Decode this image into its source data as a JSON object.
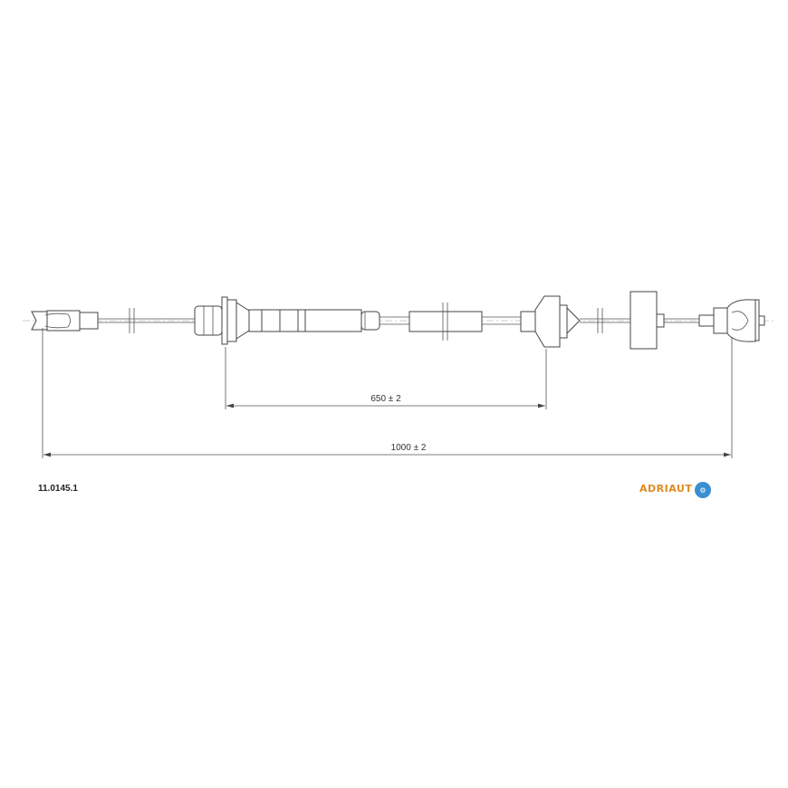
{
  "part_number": "11.0145.1",
  "brand_logo": "ADRIAUTO",
  "colors": {
    "logo_text": "#e08a1e",
    "logo_circle": "#3a8fd0",
    "lines": "#444444"
  },
  "dimensions": {
    "inner": "650 ± 2",
    "overall": "1000 ± 2"
  }
}
